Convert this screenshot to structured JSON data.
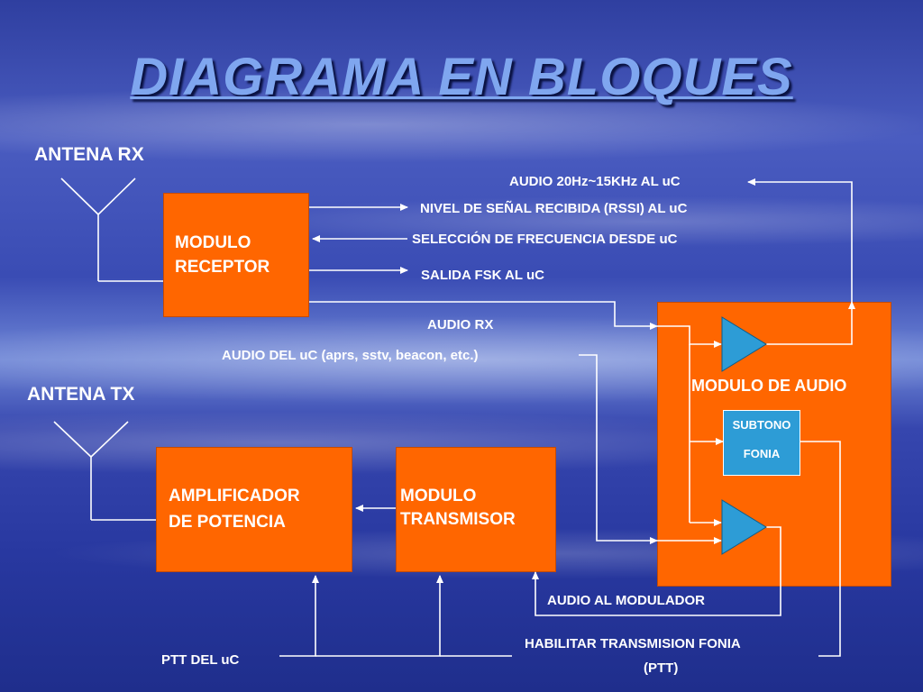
{
  "title": "DIAGRAMA EN BLOQUES",
  "labels": {
    "antena_rx": "ANTENA RX",
    "antena_tx": "ANTENA TX",
    "audio_uc": "AUDIO 20Hz~15KHz AL uC",
    "rssi": "NIVEL DE SEÑAL RECIBIDA (RSSI) AL uC",
    "frecuencia": "SELECCIÓN DE FRECUENCIA DESDE uC",
    "fsk": "SALIDA FSK AL uC",
    "audio_rx": "AUDIO RX",
    "audio_del_uc": "AUDIO DEL uC (aprs, sstv, beacon, etc.)",
    "audio_modulador": "AUDIO AL MODULADOR",
    "habilitar_line1": "HABILITAR TRANSMISION FONIA",
    "habilitar_line2": "(PTT)",
    "ptt_uc": "PTT DEL uC"
  },
  "blocks": {
    "receptor": {
      "line1": "MODULO",
      "line2": "RECEPTOR"
    },
    "amplificador": {
      "line1": "AMPLIFICADOR",
      "line2": "DE POTENCIA"
    },
    "transmisor": {
      "line1": "MODULO",
      "line2": "TRANSMISOR"
    },
    "audio": {
      "label": "MODULO DE AUDIO"
    },
    "subtono": {
      "line1": "SUBTONO",
      "line2": "FONIA"
    }
  },
  "colors": {
    "block": "#ff6600",
    "amplifier_triangle": "#2d9cd6",
    "wire": "#ffffff",
    "title": "#7fa6ef"
  }
}
